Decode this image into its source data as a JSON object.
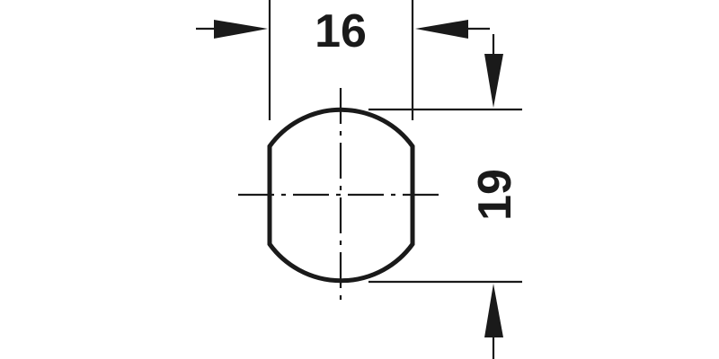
{
  "drawing": {
    "type": "technical-dimension-drawing",
    "subject": "cylinder profile with flat sides",
    "stroke_color": "#1a1a1a",
    "background": "#ffffff"
  },
  "dimensions": {
    "width": {
      "label": "16",
      "orientation": "horizontal"
    },
    "height": {
      "label": "19",
      "orientation": "vertical"
    }
  }
}
